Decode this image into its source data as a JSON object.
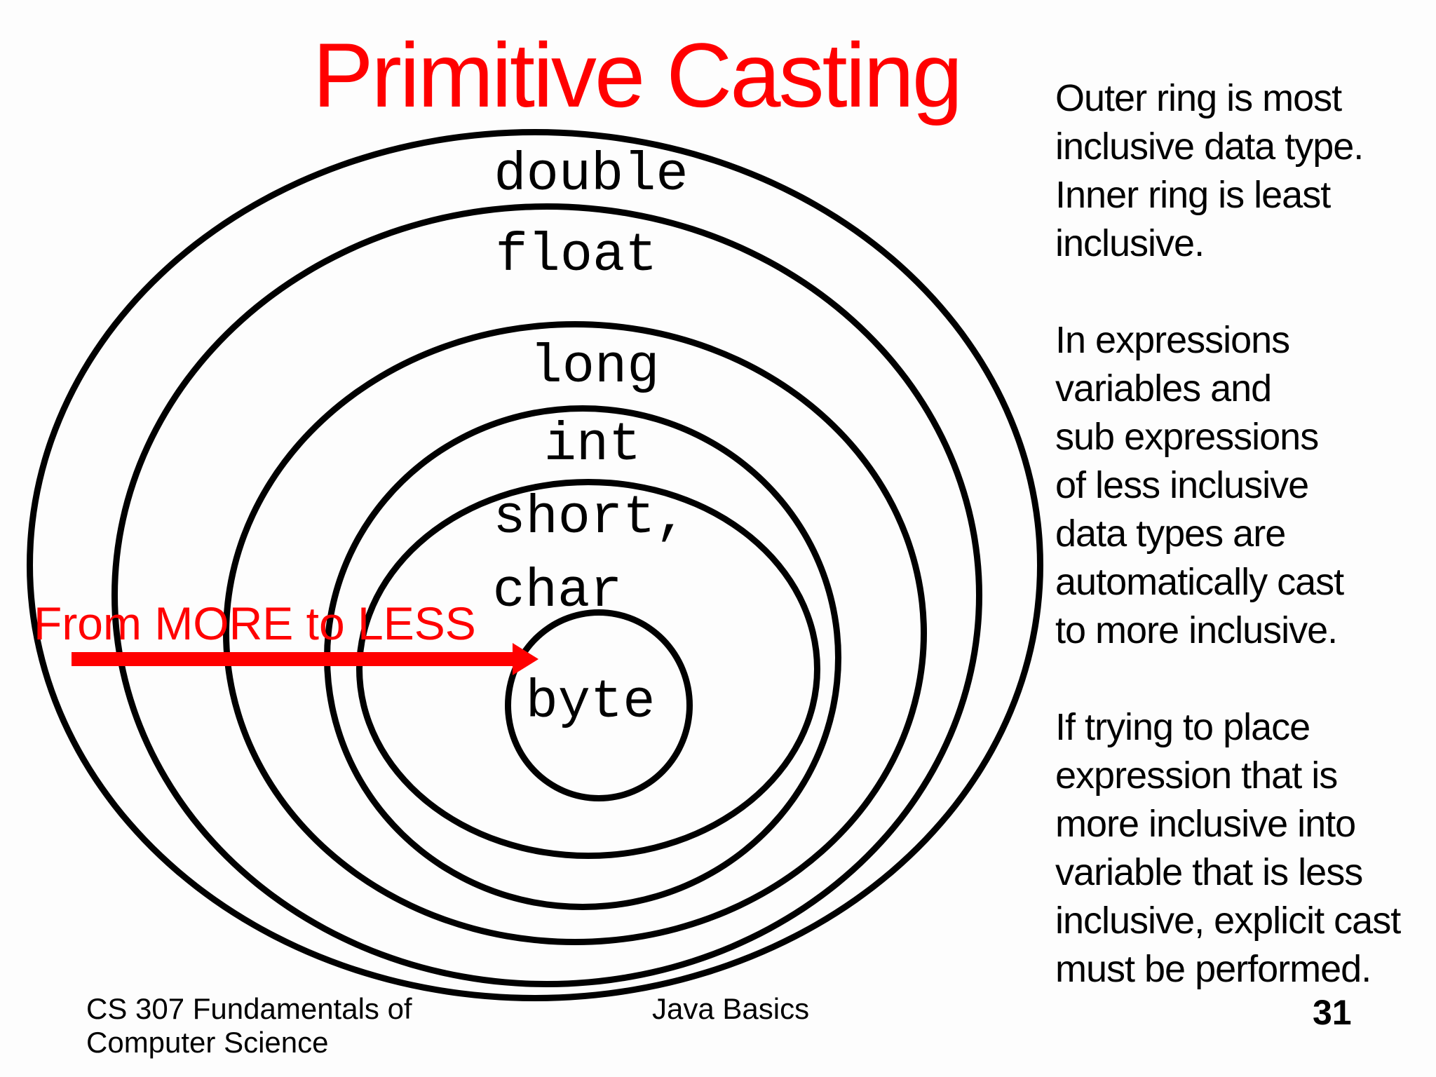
{
  "title": "Primitive Casting",
  "diagram": {
    "ring_labels": [
      "double",
      "float",
      "long",
      "int",
      "short,",
      "char",
      "byte"
    ],
    "arrow": {
      "label": "From MORE to LESS"
    }
  },
  "notes": {
    "p1": "Outer ring is most\ninclusive data type.\nInner ring is least\ninclusive.",
    "p2": "In expressions\nvariables and\nsub expressions\nof less inclusive\ndata types are\nautomatically cast\nto more inclusive.",
    "p3": "If trying to place\nexpression that is\nmore inclusive into\nvariable that is less\ninclusive, explicit cast\nmust be performed."
  },
  "footer": {
    "course": "CS 307 Fundamentals of\nComputer Science",
    "center": "Java Basics",
    "page_number": "31"
  },
  "colors": {
    "accent": "#ff0000",
    "ink": "#000000"
  }
}
